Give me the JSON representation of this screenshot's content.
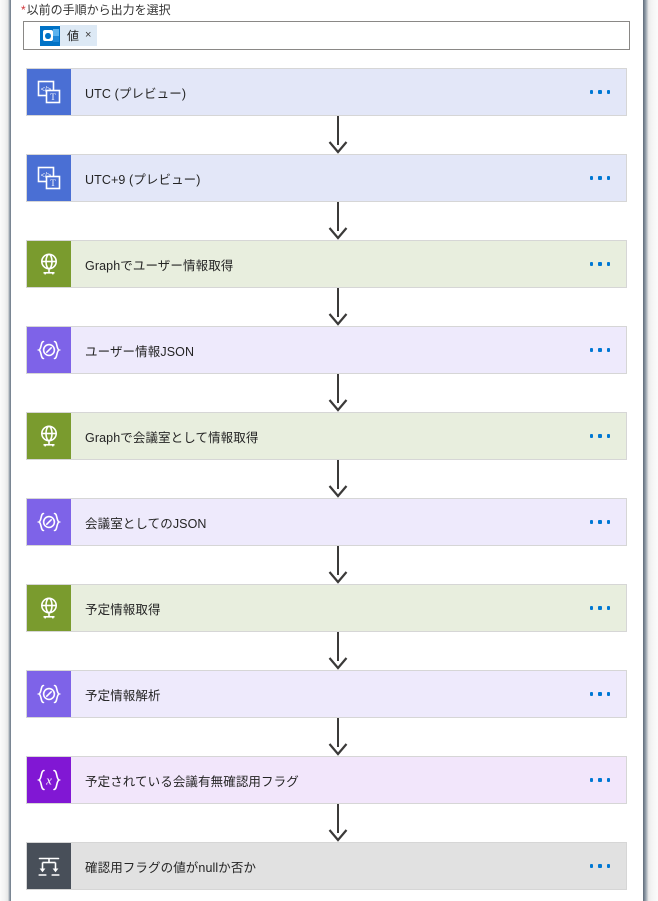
{
  "field": {
    "label": "以前の手順から出力を選択",
    "required_marker": "*"
  },
  "token_input": {
    "token_label": "値",
    "token_remove_label": "×",
    "token_icon": "outlook-icon"
  },
  "colors": {
    "accent": "#0078d4",
    "required": "#d13438",
    "card_border": "#d6d6d6",
    "connector": "#3b3a39",
    "compose_icon_bg": "#4a6fd4",
    "compose_card_bg": "#e3e7f8",
    "http_icon_bg": "#7a9b2e",
    "http_card_bg": "#e8eede",
    "parse_icon_bg": "#7e63e8",
    "parse_card_bg": "#eeeafc",
    "variable_icon_bg": "#8117d4",
    "variable_card_bg": "#f2e6fb",
    "condition_icon_bg": "#484f59",
    "condition_card_bg": "#e1e1e1"
  },
  "flow": {
    "menu_label": "...",
    "steps": [
      {
        "title": "UTC (プレビュー)",
        "icon": "compose-icon",
        "kind": "compose"
      },
      {
        "title": "UTC+9 (プレビュー)",
        "icon": "compose-icon",
        "kind": "compose"
      },
      {
        "title": "Graphでユーザー情報取得",
        "icon": "globe-icon",
        "kind": "http"
      },
      {
        "title": "ユーザー情報JSON",
        "icon": "parse-json-icon",
        "kind": "parse"
      },
      {
        "title": "Graphで会議室として情報取得",
        "icon": "globe-icon",
        "kind": "http"
      },
      {
        "title": "会議室としてのJSON",
        "icon": "parse-json-icon",
        "kind": "parse"
      },
      {
        "title": "予定情報取得",
        "icon": "globe-icon",
        "kind": "http"
      },
      {
        "title": "予定情報解析",
        "icon": "parse-json-icon",
        "kind": "parse"
      },
      {
        "title": "予定されている会議有無確認用フラグ",
        "icon": "variable-icon",
        "kind": "variable"
      },
      {
        "title": "確認用フラグの値がnullか否か",
        "icon": "condition-icon",
        "kind": "condition"
      }
    ]
  }
}
